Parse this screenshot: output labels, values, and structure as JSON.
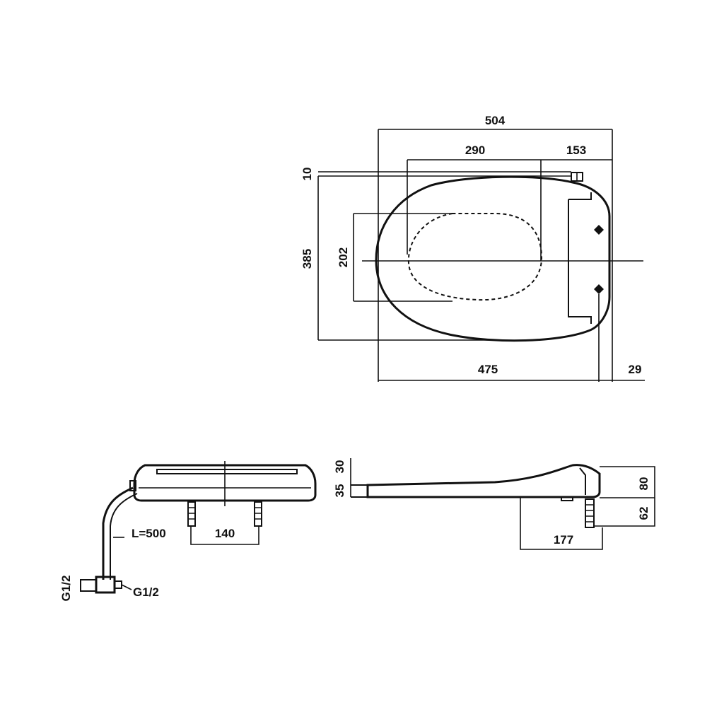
{
  "top_view": {
    "overall_width": "504",
    "seat_opening": "290",
    "rear_section": "153",
    "top_offset": "10",
    "overall_depth": "385",
    "opening_depth": "202",
    "mounting_length": "475",
    "rear_offset": "29"
  },
  "front_view": {
    "hose_length": "L=500",
    "bolt_spacing": "140",
    "inlet_thread_vertical": "G1/2",
    "inlet_thread_horizontal": "G1/2"
  },
  "side_view": {
    "lid_height": "30",
    "seat_height": "35",
    "unit_height": "80",
    "bolt_length": "62",
    "bolt_to_rear": "177"
  }
}
